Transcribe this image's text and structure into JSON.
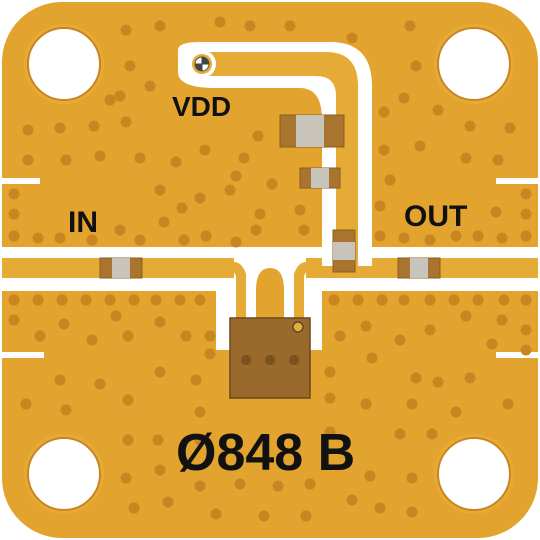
{
  "board": {
    "labels": {
      "vdd": "VDD",
      "input": "IN",
      "output": "OUT",
      "part_marking": "Ø848 B"
    }
  },
  "colors": {
    "board_gold": "#e2a32f",
    "trace_gold": "#e6ab36",
    "via": "#c9851f",
    "clearance": "#ffffff",
    "component_body": "#a8742e",
    "component_end": "#c8c4bc",
    "ic_body": "#9a6a2c",
    "ic_pad": "#7a5220",
    "silkscreen": "#111111"
  },
  "icons": {
    "mounting_holes": "circle-hole-icon",
    "ic_pin1_marker": "pin1-dot-icon",
    "vdd_pad_marker": "cross-target-icon"
  }
}
